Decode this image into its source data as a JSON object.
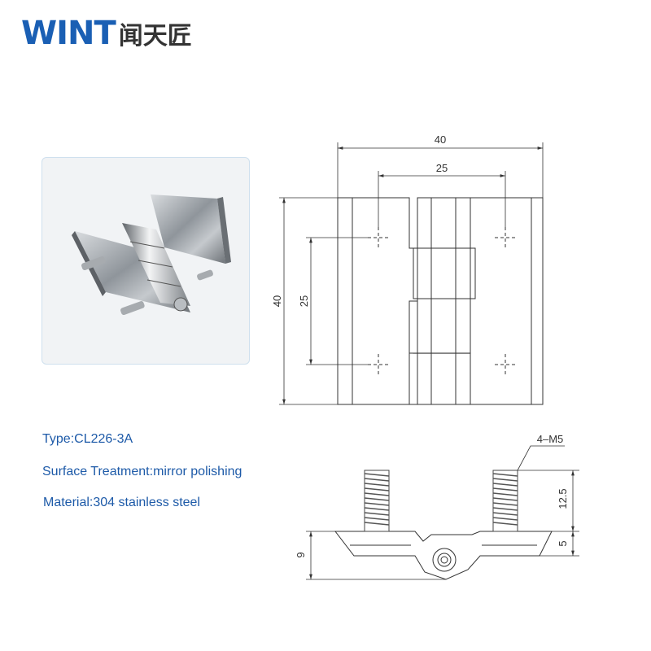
{
  "brand": {
    "name_en": "WINT",
    "name_cn": "闻天匠",
    "color": "#1a5fb4"
  },
  "specs": {
    "type": "Type:CL226-3A",
    "surface": "Surface Treatment:mirror polishing",
    "material": "Material:304 stainless steel"
  },
  "front_view": {
    "overall_width": "40",
    "hole_spacing_x": "25",
    "overall_height": "40",
    "hole_spacing_y": "25"
  },
  "side_view": {
    "thread_spec": "4–M5",
    "thread_length": "12.5",
    "plate_thickness": "5",
    "total_height": "9"
  },
  "colors": {
    "spec_text": "#1d5aa8",
    "line": "#333333"
  }
}
